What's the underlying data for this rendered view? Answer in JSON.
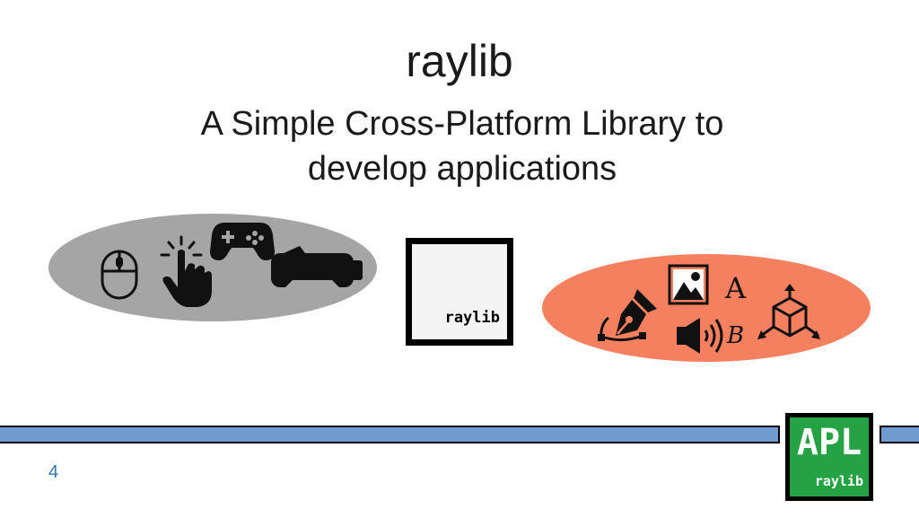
{
  "slide": {
    "title": "raylib",
    "subtitle_line1": "A Simple Cross-Platform Library to",
    "subtitle_line2": "develop applications",
    "page_number": "4"
  },
  "logo": {
    "text": "raylib"
  },
  "apl_logo": {
    "title": "APL",
    "subtitle": "raylib"
  },
  "icons": {
    "input_group": [
      "mouse-icon",
      "touch-icon",
      "gamepad-icon",
      "vr-headset-icon"
    ],
    "media_group": [
      "pen-tool-icon",
      "image-icon",
      "font-icon",
      "audio-icon",
      "3d-model-icon"
    ],
    "font_icon_glyph_1": "A",
    "font_icon_glyph_2": "B"
  },
  "colors": {
    "input_ellipse": "#a5a5a5",
    "media_ellipse": "#f58060",
    "band": "#6f9bd1",
    "apl_green": "#24a244",
    "page_number": "#2e75b6"
  }
}
